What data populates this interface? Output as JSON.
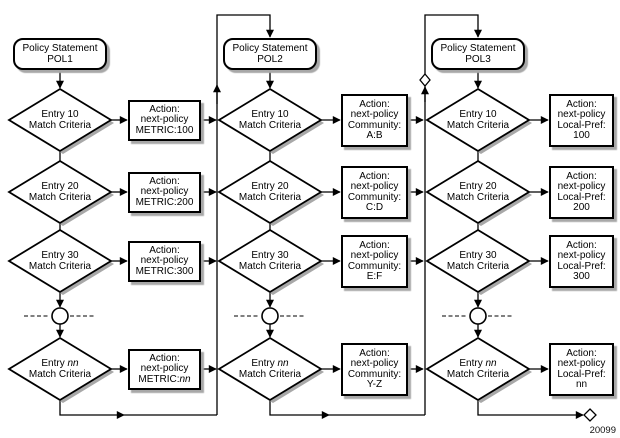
{
  "figure_number": "20099",
  "colors": {
    "line": "#000000",
    "shape_fill": "#ffffff",
    "shadow": "#a8a8a8",
    "background": "#ffffff"
  },
  "columns": [
    {
      "policy": {
        "line1": "Policy Statement",
        "line2": "POL1"
      },
      "rows": [
        {
          "entry_prefix": "Entry",
          "entry_value": "10",
          "match": "Match Criteria",
          "action": {
            "l1": "Action:",
            "l2": "next-policy",
            "l3": "METRIC:100"
          }
        },
        {
          "entry_prefix": "Entry",
          "entry_value": "20",
          "match": "Match Criteria",
          "action": {
            "l1": "Action:",
            "l2": "next-policy",
            "l3": "METRIC:200"
          }
        },
        {
          "entry_prefix": "Entry",
          "entry_value": "30",
          "match": "Match Criteria",
          "action": {
            "l1": "Action:",
            "l2": "next-policy",
            "l3": "METRIC:300"
          }
        },
        {
          "entry_prefix": "Entry",
          "entry_value": "nn",
          "match": "Match Criteria",
          "action": {
            "l1": "Action:",
            "l2": "next-policy",
            "l3_prefix": "METRIC:",
            "l3_value": "nn"
          }
        }
      ]
    },
    {
      "policy": {
        "line1": "Policy Statement",
        "line2": "POL2"
      },
      "rows": [
        {
          "entry_prefix": "Entry",
          "entry_value": "10",
          "match": "Match Criteria",
          "action": {
            "l1": "Action:",
            "l2": "next-policy",
            "l3": "Community:",
            "l4": "A:B"
          }
        },
        {
          "entry_prefix": "Entry",
          "entry_value": "20",
          "match": "Match Criteria",
          "action": {
            "l1": "Action:",
            "l2": "next-policy",
            "l3": "Community:",
            "l4": "C:D"
          }
        },
        {
          "entry_prefix": "Entry",
          "entry_value": "30",
          "match": "Match Criteria",
          "action": {
            "l1": "Action:",
            "l2": "next-policy",
            "l3": "Community:",
            "l4": "E:F"
          }
        },
        {
          "entry_prefix": "Entry",
          "entry_value": "nn",
          "match": "Match Criteria",
          "action": {
            "l1": "Action:",
            "l2": "next-policy",
            "l3": "Community:",
            "l4": "Y-Z"
          }
        }
      ]
    },
    {
      "policy": {
        "line1": "Policy Statement",
        "line2": "POL3"
      },
      "rows": [
        {
          "entry_prefix": "Entry",
          "entry_value": "10",
          "match": "Match Criteria",
          "action": {
            "l1": "Action:",
            "l2": "next-policy",
            "l3": "Local-Pref:",
            "l4": "100"
          }
        },
        {
          "entry_prefix": "Entry",
          "entry_value": "20",
          "match": "Match Criteria",
          "action": {
            "l1": "Action:",
            "l2": "next-policy",
            "l3": "Local-Pref:",
            "l4": "200"
          }
        },
        {
          "entry_prefix": "Entry",
          "entry_value": "30",
          "match": "Match Criteria",
          "action": {
            "l1": "Action:",
            "l2": "next-policy",
            "l3": "Local-Pref:",
            "l4": "300"
          }
        },
        {
          "entry_prefix": "Entry",
          "entry_value": "nn",
          "match": "Match Criteria",
          "action": {
            "l1": "Action:",
            "l2": "next-policy",
            "l3": "Local-Pref:",
            "l4": "nn"
          }
        }
      ]
    }
  ]
}
